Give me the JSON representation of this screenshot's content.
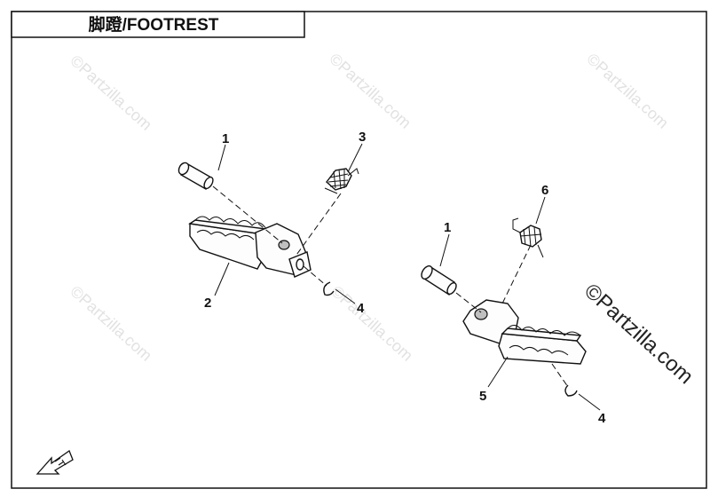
{
  "title": "脚蹬/FOOTREST",
  "watermark": {
    "faint_text": "©Partzilla.com",
    "dark_text": "©Partzilla.com"
  },
  "callouts": [
    "1",
    "3",
    "2",
    "4",
    "1",
    "6",
    "5",
    "4"
  ],
  "colors": {
    "line": "#111111",
    "watermark_faint": "#e2e2e2",
    "background": "#ffffff"
  },
  "icons": {
    "front_arrow": "front-direction-arrow-icon"
  }
}
